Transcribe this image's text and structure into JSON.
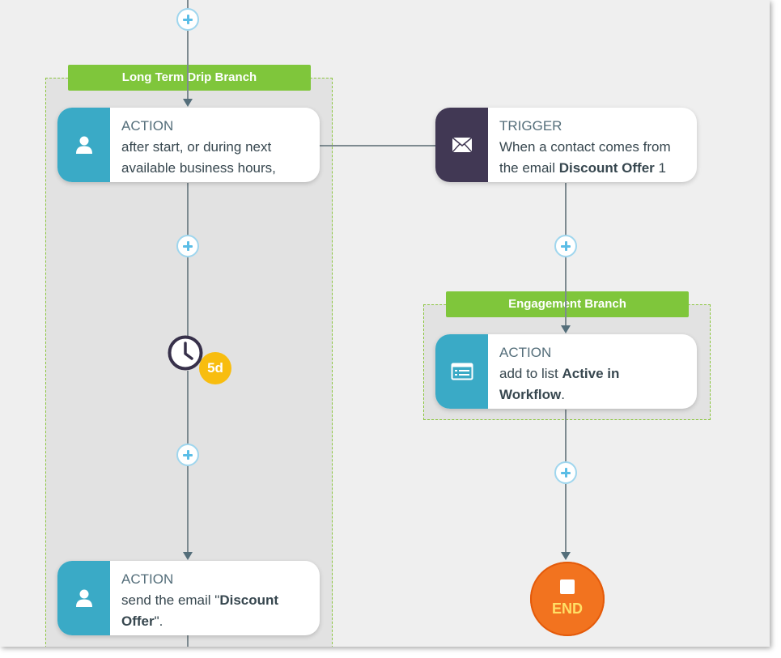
{
  "branches": {
    "left_label": "Long Term Drip Branch",
    "right_label": "Engagement Branch"
  },
  "cards": {
    "left_action_1": {
      "kind": "ACTION",
      "line1": "after start, or during next",
      "line2": "available business hours,",
      "icon": "person-icon"
    },
    "trigger": {
      "kind": "TRIGGER",
      "line1": "When a contact comes from",
      "line2_prefix": "the email ",
      "line2_bold": "Discount Offer",
      "line2_suffix": " 1",
      "icon": "envelope-icon"
    },
    "right_action": {
      "kind": "ACTION",
      "line1_prefix": "add to list ",
      "line1_bold": "Active in",
      "line2_bold": "Workflow",
      "line2_suffix": ".",
      "icon": "list-icon"
    },
    "left_action_2": {
      "kind": "ACTION",
      "line1_prefix": "send the email \"",
      "line1_bold": "Discount",
      "line2_bold": "Offer",
      "line2_suffix": "\".",
      "icon": "person-icon"
    }
  },
  "delay": {
    "badge": "5d",
    "icon": "clock-icon"
  },
  "end": {
    "label": "END",
    "icon": "stop-icon"
  },
  "colors": {
    "branch_green": "#7fc63b",
    "action_teal": "#3aaac6",
    "trigger_purple": "#413854",
    "end_orange": "#f2731f",
    "badge_yellow": "#f8bd0f",
    "plus_blue": "#5bbde6"
  }
}
